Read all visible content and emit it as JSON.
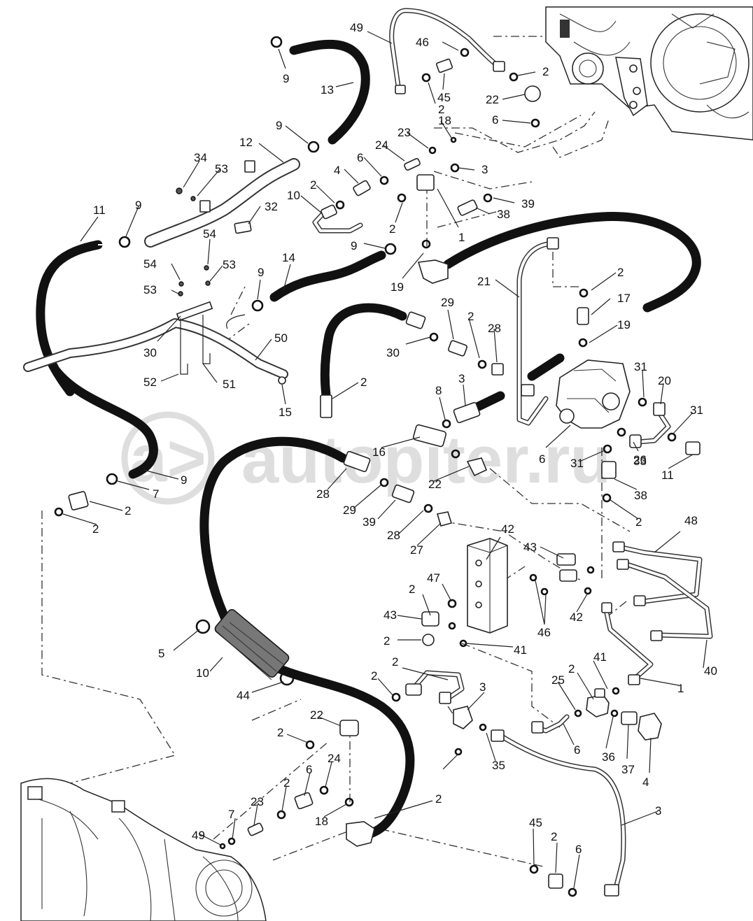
{
  "watermark": {
    "text": "autopiter.ru",
    "logo_glyph": "a>"
  },
  "callouts": [
    {
      "id": "c01",
      "label": "49"
    },
    {
      "id": "c02",
      "label": "46"
    },
    {
      "id": "c03",
      "label": "2"
    },
    {
      "id": "c04",
      "label": "45"
    },
    {
      "id": "c05",
      "label": "2"
    },
    {
      "id": "c06",
      "label": "22"
    },
    {
      "id": "c07",
      "label": "6"
    },
    {
      "id": "c08",
      "label": "9"
    },
    {
      "id": "c09",
      "label": "13"
    },
    {
      "id": "c10",
      "label": "9"
    },
    {
      "id": "c11",
      "label": "12"
    },
    {
      "id": "c12",
      "label": "18"
    },
    {
      "id": "c13",
      "label": "23"
    },
    {
      "id": "c14",
      "label": "24"
    },
    {
      "id": "c15",
      "label": "6"
    },
    {
      "id": "c16",
      "label": "3"
    },
    {
      "id": "c17",
      "label": "34"
    },
    {
      "id": "c18",
      "label": "53"
    },
    {
      "id": "c19",
      "label": "2"
    },
    {
      "id": "c20",
      "label": "4"
    },
    {
      "id": "c21",
      "label": "10"
    },
    {
      "id": "c22",
      "label": "39"
    },
    {
      "id": "c23",
      "label": "11"
    },
    {
      "id": "c24",
      "label": "9"
    },
    {
      "id": "c25",
      "label": "32"
    },
    {
      "id": "c26",
      "label": "38"
    },
    {
      "id": "c27",
      "label": "2"
    },
    {
      "id": "c28",
      "label": "1"
    },
    {
      "id": "c29",
      "label": "54"
    },
    {
      "id": "c30",
      "label": "9"
    },
    {
      "id": "c31",
      "label": "54"
    },
    {
      "id": "c32",
      "label": "53"
    },
    {
      "id": "c33",
      "label": "19"
    },
    {
      "id": "c34",
      "label": "14"
    },
    {
      "id": "c35",
      "label": "53"
    },
    {
      "id": "c36",
      "label": "9"
    },
    {
      "id": "c37",
      "label": "21"
    },
    {
      "id": "c38",
      "label": "2"
    },
    {
      "id": "c39",
      "label": "17"
    },
    {
      "id": "c40",
      "label": "29"
    },
    {
      "id": "c41",
      "label": "2"
    },
    {
      "id": "c42",
      "label": "28"
    },
    {
      "id": "c43",
      "label": "19"
    },
    {
      "id": "c44",
      "label": "30"
    },
    {
      "id": "c45",
      "label": "30"
    },
    {
      "id": "c46",
      "label": "50"
    },
    {
      "id": "c47",
      "label": "31"
    },
    {
      "id": "c48",
      "label": "20"
    },
    {
      "id": "c49",
      "label": "52"
    },
    {
      "id": "c50",
      "label": "51"
    },
    {
      "id": "c51",
      "label": "15"
    },
    {
      "id": "c52",
      "label": "2"
    },
    {
      "id": "c53",
      "label": "8"
    },
    {
      "id": "c54",
      "label": "3"
    },
    {
      "id": "c55",
      "label": "31"
    },
    {
      "id": "c56",
      "label": "26"
    },
    {
      "id": "c57",
      "label": "16"
    },
    {
      "id": "c58",
      "label": "6"
    },
    {
      "id": "c59",
      "label": "31"
    },
    {
      "id": "c60",
      "label": "33"
    },
    {
      "id": "c61",
      "label": "11"
    },
    {
      "id": "c62",
      "label": "9"
    },
    {
      "id": "c63",
      "label": "7"
    },
    {
      "id": "c64",
      "label": "28"
    },
    {
      "id": "c65",
      "label": "22"
    },
    {
      "id": "c66",
      "label": "38"
    },
    {
      "id": "c67",
      "label": "2"
    },
    {
      "id": "c68",
      "label": "29"
    },
    {
      "id": "c69",
      "label": "39"
    },
    {
      "id": "c70",
      "label": "2"
    },
    {
      "id": "c71",
      "label": "2"
    },
    {
      "id": "c72",
      "label": "28"
    },
    {
      "id": "c73",
      "label": "27"
    },
    {
      "id": "c74",
      "label": "48"
    },
    {
      "id": "c75",
      "label": "42"
    },
    {
      "id": "c76",
      "label": "43"
    },
    {
      "id": "c77",
      "label": "47"
    },
    {
      "id": "c78",
      "label": "2"
    },
    {
      "id": "c79",
      "label": "42"
    },
    {
      "id": "c80",
      "label": "43"
    },
    {
      "id": "c81",
      "label": "46"
    },
    {
      "id": "c82",
      "label": "2"
    },
    {
      "id": "c83",
      "label": "41"
    },
    {
      "id": "c84",
      "label": "5"
    },
    {
      "id": "c85",
      "label": "40"
    },
    {
      "id": "c86",
      "label": "10"
    },
    {
      "id": "c87",
      "label": "2"
    },
    {
      "id": "c88",
      "label": "2"
    },
    {
      "id": "c89",
      "label": "41"
    },
    {
      "id": "c90",
      "label": "44"
    },
    {
      "id": "c91",
      "label": "2"
    },
    {
      "id": "c92",
      "label": "25"
    },
    {
      "id": "c93",
      "label": "1"
    },
    {
      "id": "c94",
      "label": "22"
    },
    {
      "id": "c95",
      "label": "3"
    },
    {
      "id": "c96",
      "label": "2"
    },
    {
      "id": "c97",
      "label": "35"
    },
    {
      "id": "c98",
      "label": "6"
    },
    {
      "id": "c99",
      "label": "36"
    },
    {
      "id": "c100",
      "label": "37"
    },
    {
      "id": "c101",
      "label": "4"
    },
    {
      "id": "c102",
      "label": "6"
    },
    {
      "id": "c103",
      "label": "2"
    },
    {
      "id": "c104",
      "label": "24"
    },
    {
      "id": "c105",
      "label": "23"
    },
    {
      "id": "c106",
      "label": "7"
    },
    {
      "id": "c107",
      "label": "2"
    },
    {
      "id": "c108",
      "label": "18"
    },
    {
      "id": "c109",
      "label": "49"
    },
    {
      "id": "c110",
      "label": "3"
    },
    {
      "id": "c111",
      "label": "45"
    },
    {
      "id": "c112",
      "label": "2"
    },
    {
      "id": "c113",
      "label": "6"
    }
  ]
}
